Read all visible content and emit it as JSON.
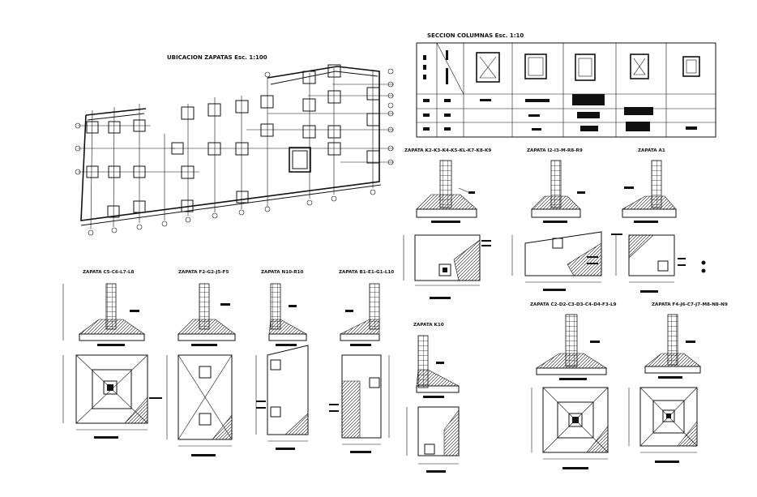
{
  "plan": {
    "title": "UBICACION ZAPATAS Esc. 1:100"
  },
  "columns": {
    "title": "SECCION COLUMNAS Esc. 1:10"
  },
  "footings": {
    "k2": "ZAPATA K2-K3-K4-K5-KL-K7-K8-K9",
    "i2": "ZAPATA I2-I3-M-R8-R9",
    "a1": "ZAPATA A1",
    "c5": "ZAPATA C5-C6-L7-L8",
    "f2": "ZAPATA F2-G2-J5-F5",
    "n10": "ZAPATA N10-R10",
    "b1": "ZAPATA B1-E1-G1-L10",
    "k10": "ZAPATA K10",
    "c2": "ZAPATA C2-D2-C3-D3-C4-D4-F3-L9",
    "f4": "ZAPATA F4-J6-C7-J7-M8-N8-N9"
  }
}
